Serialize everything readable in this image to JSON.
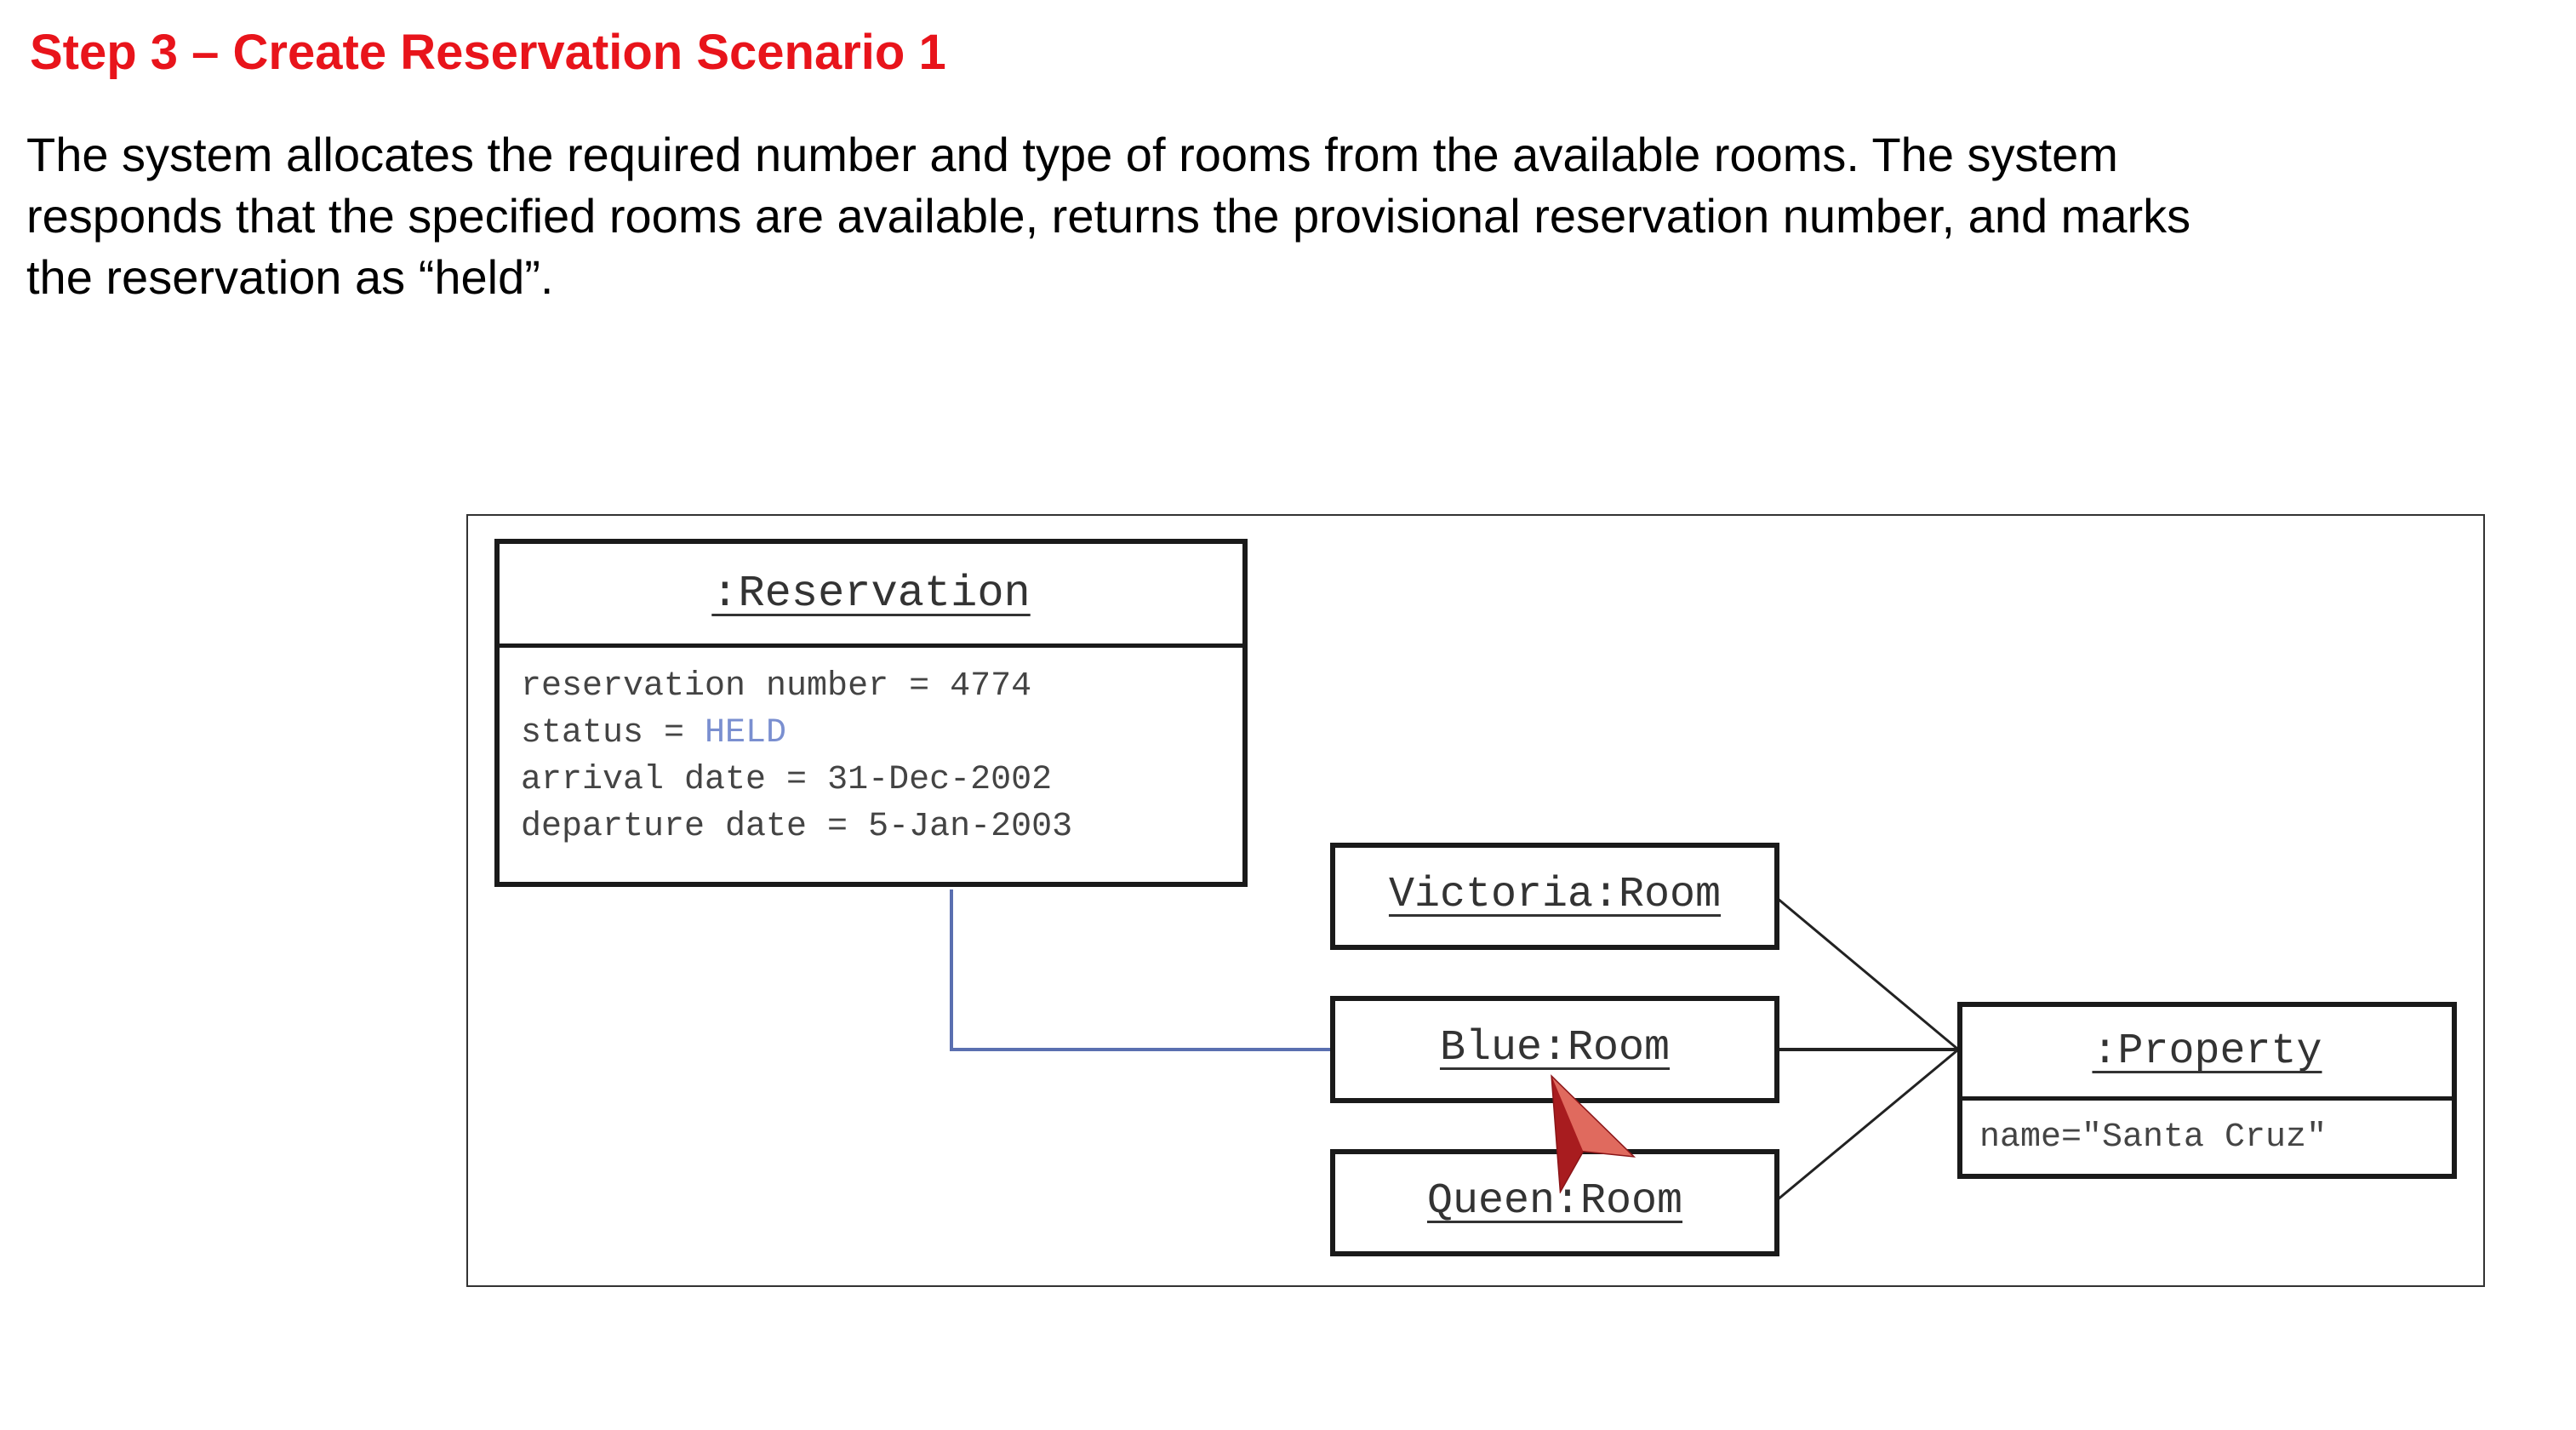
{
  "title": "Step 3 – Create Reservation Scenario 1",
  "paragraph": {
    "line1": "The system allocates the required number and type of rooms from the available rooms. The system",
    "line2": "responds that the specified rooms are available, returns the provisional reservation number, and marks",
    "line3": "the reservation as “held”."
  },
  "diagram": {
    "reservation": {
      "name": ":Reservation",
      "attributes": {
        "number_label": "reservation number = ",
        "number_value": "4774",
        "status_label": "status = ",
        "status_value": "HELD",
        "arrival_label": "arrival date = ",
        "arrival_value": "31-Dec-2002",
        "departure_label": "departure date = ",
        "departure_value": "5-Jan-2003"
      }
    },
    "rooms": {
      "victoria": "Victoria:Room",
      "blue": "Blue:Room",
      "queen": "Queen:Room"
    },
    "property": {
      "name": ":Property",
      "attribute": "name=\"Santa Cruz\""
    }
  },
  "colors": {
    "title": "#e8141b",
    "held": "#7a8fd0",
    "reservation_link": "#5a6fb0",
    "cursor": "#c8282b"
  }
}
